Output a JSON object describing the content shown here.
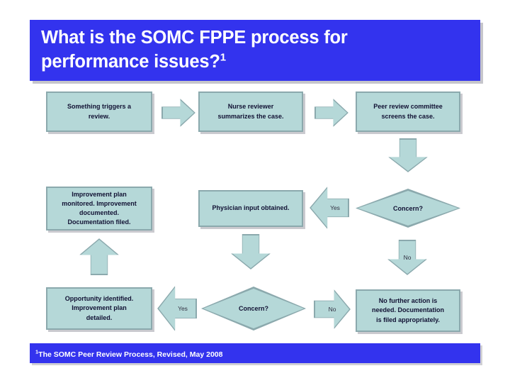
{
  "slide": {
    "title_line1": "What is the SOMC FPPE process for",
    "title_line2": "performance issues?",
    "title_superscript": "1",
    "footnote_marker": "1",
    "footnote_text": "The SOMC Peer Review Process, Revised, May 2008",
    "accent_blue": "#3333ee",
    "node_fill": "#b5d8d8",
    "node_border": "#8ba9ad",
    "title_color": "#ffffff"
  },
  "flow": {
    "nodes": [
      {
        "id": "trigger",
        "label": "Something triggers a review.",
        "shape": "process"
      },
      {
        "id": "nurse",
        "label": "Nurse reviewer summarizes the case.",
        "shape": "process"
      },
      {
        "id": "peer",
        "label": "Peer review committee screens the case.",
        "shape": "process"
      },
      {
        "id": "improve-mon",
        "label": "Improvement plan monitored. Improvement documented. Documentation filed.",
        "shape": "process"
      },
      {
        "id": "physician",
        "label": "Physician input obtained.",
        "shape": "process"
      },
      {
        "id": "concern-1",
        "label": "Concern?",
        "shape": "decision"
      },
      {
        "id": "opportunity",
        "label": "Opportunity identified. Improvement plan detailed.",
        "shape": "process"
      },
      {
        "id": "concern-2",
        "label": "Concern?",
        "shape": "decision"
      },
      {
        "id": "no-action",
        "label": "No further action is needed. Documentation is filed appropriately.",
        "shape": "process"
      }
    ],
    "node_text": {
      "trigger": [
        "Something triggers a",
        "review."
      ],
      "nurse": [
        "Nurse reviewer",
        "summarizes the case."
      ],
      "peer": [
        "Peer review committee",
        "screens the case."
      ],
      "improve_mon": [
        "Improvement plan",
        "monitored. Improvement",
        "documented.",
        "Documentation filed."
      ],
      "physician": [
        "Physician input obtained."
      ],
      "concern_1": "Concern?",
      "opportunity": [
        "Opportunity identified.",
        "Improvement plan",
        "detailed."
      ],
      "concern_2": "Concern?",
      "no_action": [
        "No further action is",
        "needed. Documentation",
        "is filed appropriately."
      ]
    },
    "connectors": [
      {
        "id": "a1",
        "direction": "right",
        "label": ""
      },
      {
        "id": "a2",
        "direction": "right",
        "label": ""
      },
      {
        "id": "a3",
        "direction": "down",
        "label": ""
      },
      {
        "id": "a4",
        "direction": "left",
        "label": "Yes"
      },
      {
        "id": "a5",
        "direction": "down",
        "label": "No"
      },
      {
        "id": "a6",
        "direction": "down",
        "label": ""
      },
      {
        "id": "a7",
        "direction": "left",
        "label": "Yes"
      },
      {
        "id": "a8",
        "direction": "right",
        "label": "No"
      },
      {
        "id": "a9",
        "direction": "up",
        "label": ""
      }
    ]
  }
}
